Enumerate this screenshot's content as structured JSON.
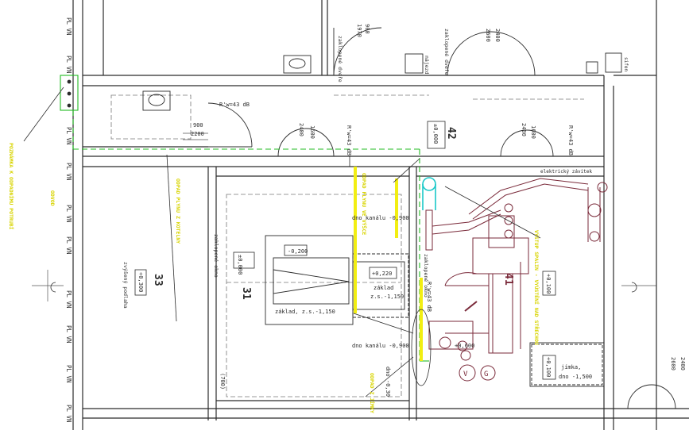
{
  "colors": {
    "line": "#2b2b2b",
    "thin": "#555555",
    "dash": "#777777",
    "green": "#22bb22",
    "cyan": "#19c8c8",
    "maroon": "#7a2a3a",
    "pink": "#c98a93",
    "yellow": "#f2ee12",
    "yellowText": "#d8d400"
  },
  "gas_line_label": "PL VN",
  "rooms": {
    "r42": {
      "number": "42",
      "level": "±0,000"
    },
    "r33": {
      "number": "33",
      "level": "+0,300",
      "note": "zvýšený podlaha"
    },
    "r31": {
      "number": "31",
      "level": "±0,000",
      "slab": "zaklopené okno"
    },
    "r41": {
      "number": "41",
      "level": "+0,100"
    }
  },
  "labels": {
    "rw_left": "R'w=43 dB",
    "rw_mid": "R'w=43 dB",
    "rw_right": "R'w=43 dB",
    "rw_vertical": "R'w=43 dB",
    "door_left_w": "900",
    "door_left_h": "2200",
    "door_top_w": "900",
    "door_top_h": "1970",
    "door_mid_w": "1600",
    "door_mid_h": "2400",
    "door_right_w": "1600",
    "door_right_h": "2400",
    "double_door_w": "2400",
    "double_door_h": "2600",
    "far_right_w": "2400",
    "far_right_h": "2600",
    "zaklopene_dvere": "zaklopené dveře",
    "zaklopene_dvere_2": "zaklopené dveře",
    "najezd": "nájezd",
    "sifon": "sifon",
    "elektricky_zavitek": "elektrický závitek",
    "dno_kanalu_top": "dno kanálu -0,900",
    "dno_kanalu_bottom": "dno kanálu -0,900",
    "zaklopene_okno": "zaklopené okno",
    "lvl_minus_200": "-0,200",
    "lvl_220": "+0,220",
    "zaklad_left": "základ, z.s.-1,150",
    "zaklad_right": "základ",
    "zaklad_right_2": "z.s.-1,150",
    "dno_030": "dno -0,30",
    "dim_700": "(700)",
    "jimka": "jímka,",
    "jimka_2": "dno -1,500",
    "jimka_level": "+0,100",
    "lvl_600": "+0,600"
  },
  "yellow_notes": {
    "left_vertical": "POZNÁMKA K ODPADNÍMU POTRUBÍ",
    "left_vertical_2": "ODVOD",
    "mid_vertical": "ODPAD PLYNU Z KOTELNY",
    "center_vertical": "ODPAD PLYNU VE VÝŠCE",
    "bottom_right": "ODPAD Z JÍMKY",
    "right_diagonal": "VÝSTUP SPALIN - VYÚSTĚNÍ NAD STŘECHOU"
  }
}
